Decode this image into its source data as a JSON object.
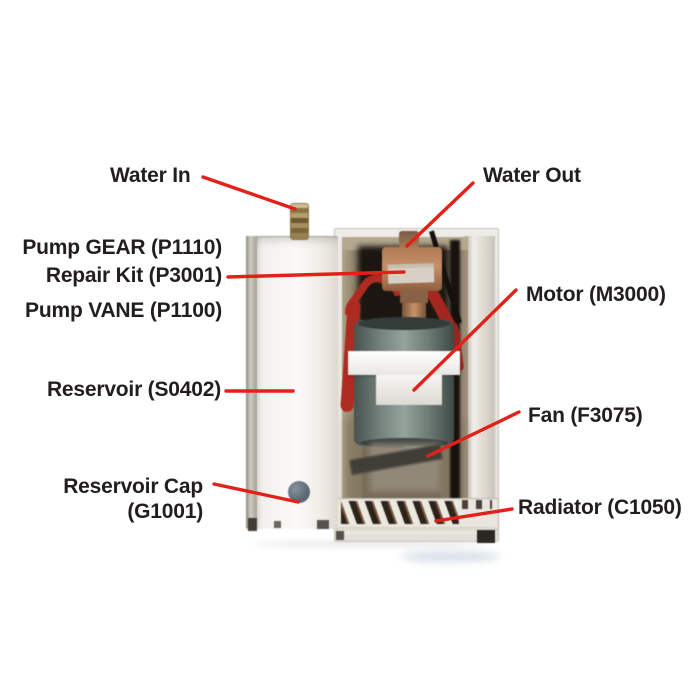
{
  "theme": {
    "background": "#ffffff",
    "leader_line": "#e32119",
    "label_text": "#221e1f",
    "door_white": "#f3f1ed",
    "brass_fitting": "#a98f58",
    "pump_copper": "#b07a50",
    "hose_red": "#b32a20",
    "motor_gray": "#78847f",
    "motor_band": "#ffffff",
    "cap_gray": "#5d6c77",
    "radiator_slat": "#2c241b",
    "interior_dark": "#2a231b",
    "interior_tan": "#b4a78c"
  },
  "labels": {
    "water_in": "Water In",
    "water_out": "Water Out",
    "pump_gear": "Pump GEAR (P1110)",
    "repair_kit": "Repair Kit (P3001)",
    "pump_vane": "Pump VANE (P1100)",
    "motor": "Motor (M3000)",
    "reservoir": "Reservoir (S0402)",
    "fan": "Fan (F3075)",
    "reservoir_cap_line1": "Reservoir Cap",
    "reservoir_cap_line2": "(G1001)",
    "radiator": "Radiator (C1050)"
  }
}
